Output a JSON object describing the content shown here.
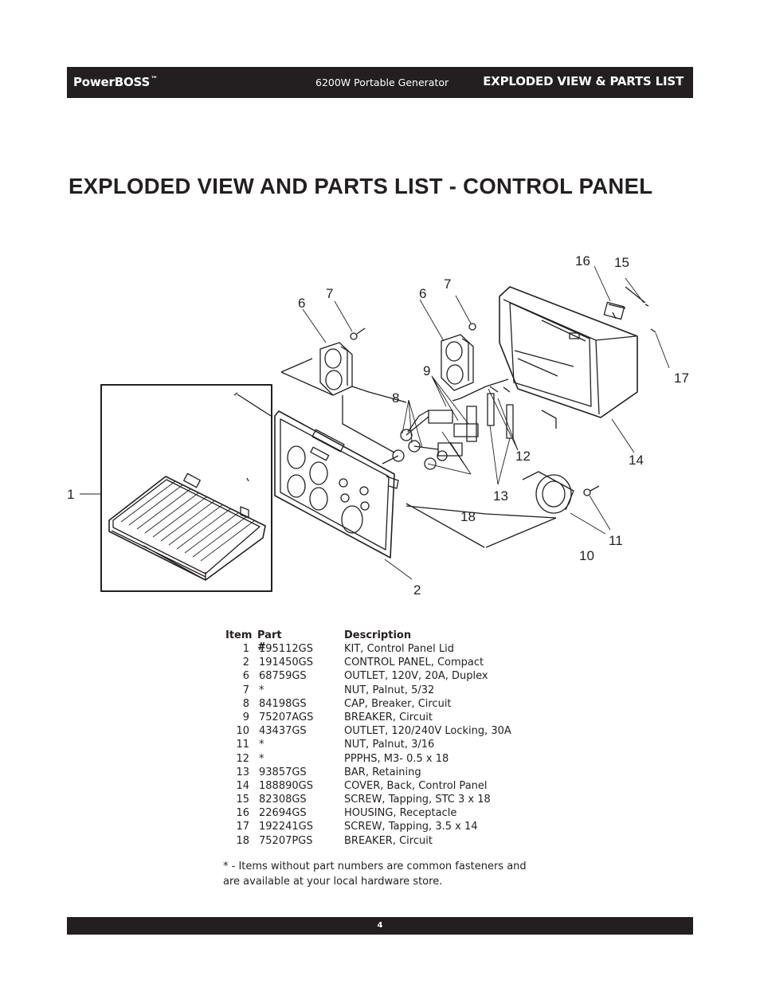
{
  "header": {
    "brand": "PowerBOSS",
    "brand_mark": "™",
    "product": "6200W Portable Generator",
    "section": "EXPLODED VIEW & PARTS LIST"
  },
  "page_title": "EXPLODED VIEW AND PARTS LIST - CONTROL PANEL",
  "diagram": {
    "callouts": {
      "c1": "1",
      "c2": "2",
      "c6a": "6",
      "c7a": "7",
      "c6b": "6",
      "c7b": "7",
      "c8": "8",
      "c9": "9",
      "c10": "10",
      "c11": "11",
      "c12": "12",
      "c13": "13",
      "c14": "14",
      "c15": "15",
      "c16": "16",
      "c17": "17",
      "c18": "18"
    }
  },
  "parts_table": {
    "headers": {
      "item": "Item",
      "part": "Part #",
      "description": "Description"
    },
    "rows": [
      {
        "item": "1",
        "part": "195112GS",
        "description": "KIT, Control Panel Lid"
      },
      {
        "item": "2",
        "part": "191450GS",
        "description": "CONTROL PANEL, Compact"
      },
      {
        "item": "6",
        "part": "68759GS",
        "description": "OUTLET, 120V, 20A, Duplex"
      },
      {
        "item": "7",
        "part": "*",
        "description": "NUT, Palnut, 5/32"
      },
      {
        "item": "8",
        "part": "84198GS",
        "description": "CAP, Breaker, Circuit"
      },
      {
        "item": "9",
        "part": "75207AGS",
        "description": "BREAKER, Circuit"
      },
      {
        "item": "10",
        "part": "43437GS",
        "description": "OUTLET, 120/240V Locking, 30A"
      },
      {
        "item": "11",
        "part": "*",
        "description": "NUT, Palnut, 3/16"
      },
      {
        "item": "12",
        "part": "*",
        "description": "PPPHS, M3- 0.5 x 18"
      },
      {
        "item": "13",
        "part": "93857GS",
        "description": "BAR, Retaining"
      },
      {
        "item": "14",
        "part": "188890GS",
        "description": "COVER, Back, Control Panel"
      },
      {
        "item": "15",
        "part": "82308GS",
        "description": "SCREW, Tapping, STC 3 x 18"
      },
      {
        "item": "16",
        "part": "22694GS",
        "description": "HOUSING, Receptacle"
      },
      {
        "item": "17",
        "part": "192241GS",
        "description": "SCREW, Tapping, 3.5 x 14"
      },
      {
        "item": "18",
        "part": "75207PGS",
        "description": "BREAKER, Circuit"
      }
    ]
  },
  "footnote": "* - Items without part numbers are common fasteners and are available at your local hardware store.",
  "footer": {
    "page_number": "4"
  }
}
